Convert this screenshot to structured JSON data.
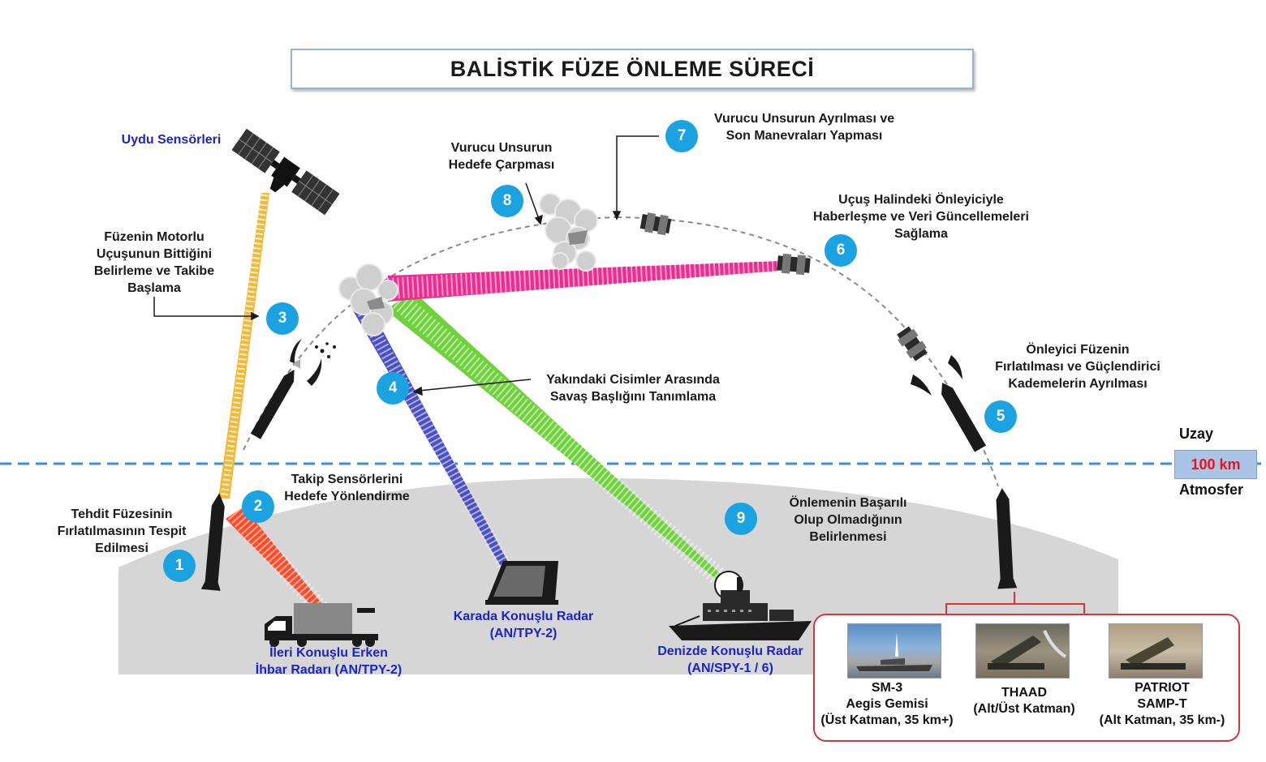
{
  "title": "BALİSTİK FÜZE ÖNLEME SÜRECİ",
  "colors": {
    "badge": "#1aa3e0",
    "satellite_beam": "#f7b733",
    "red_beam": "#ff4a2a",
    "blue_beam": "#4b4fc4",
    "green_beam": "#6fd13c",
    "magenta_beam": "#ee2b8f",
    "sensor_label": "#1a24c8",
    "dashed_line": "#3a8fd8",
    "km_text": "#e8141b",
    "frame": "#d9343d"
  },
  "steps": [
    {
      "number": "1",
      "lines": [
        "Tehdit Füzesinin",
        "Fırlatılmasının Tespit",
        "Edilmesi"
      ]
    },
    {
      "number": "2",
      "lines": [
        "Takip Sensörlerini",
        "Hedefe Yönlendirme"
      ]
    },
    {
      "number": "3",
      "lines": [
        "Füzenin Motorlu",
        "Uçuşunun Bittiğini",
        "Belirleme ve Takibe",
        "Başlama"
      ]
    },
    {
      "number": "4",
      "lines": [
        "Yakındaki Cisimler Arasında",
        "Savaş Başlığını Tanımlama"
      ]
    },
    {
      "number": "5",
      "lines": [
        "Önleyici Füzenin",
        "Fırlatılması ve Güçlendirici",
        "Kademelerin Ayrılması"
      ]
    },
    {
      "number": "6",
      "lines": [
        "Uçuş Halindeki Önleyiciyle",
        "Haberleşme ve Veri Güncellemeleri",
        "Sağlama"
      ]
    },
    {
      "number": "7",
      "lines": [
        "Vurucu Unsurun Ayrılması ve",
        "Son Manevraları Yapması"
      ]
    },
    {
      "number": "8",
      "lines": [
        "Vurucu Unsurun",
        "Hedefe Çarpması"
      ]
    },
    {
      "number": "9",
      "lines": [
        "Önlemenin Başarılı",
        "Olup Olmadığının",
        "Belirlenmesi"
      ]
    }
  ],
  "sensors": {
    "satellite": "Uydu Sensörleri",
    "forward_radar": [
      "İleri Konuşlu Erken",
      "İhbar Radarı (AN/TPY-2)"
    ],
    "land_radar": [
      "Karada Konuşlu Radar",
      "(AN/TPY-2)"
    ],
    "sea_radar": [
      "Denizde Konuşlu Radar",
      "(AN/SPY-1 / 6)"
    ]
  },
  "altitude": {
    "space": "Uzay",
    "boundary": "100 km",
    "atmosphere": "Atmosfer"
  },
  "weapons": [
    {
      "icon": "ship-launch-photo",
      "lines": [
        "SM-3",
        "Aegis  Gemisi",
        "(Üst Katman, 35 km+)"
      ]
    },
    {
      "icon": "thaad-launcher-photo",
      "lines": [
        "THAAD",
        "(Alt/Üst Katman)"
      ]
    },
    {
      "icon": "patriot-launcher-photo",
      "lines": [
        "PATRIOT",
        "SAMP-T",
        "(Alt Katman,  35 km-)"
      ]
    }
  ]
}
